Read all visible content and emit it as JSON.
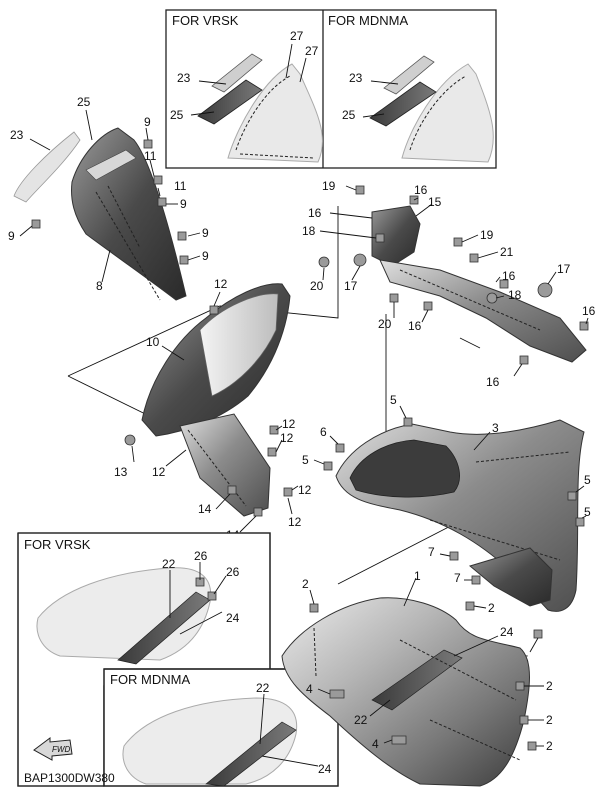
{
  "diagram": {
    "code": "BAP1300DW380",
    "fwd_label": "FWD",
    "insets": {
      "top_left": "FOR VRSK",
      "top_right": "FOR MDNMA",
      "bottom_top": "FOR VRSK",
      "bottom_bottom": "FOR MDNMA"
    },
    "callouts": [
      {
        "label": "27"
      },
      {
        "label": "27"
      },
      {
        "label": "23"
      },
      {
        "label": "25"
      },
      {
        "label": "23"
      },
      {
        "label": "25"
      },
      {
        "label": "25"
      },
      {
        "label": "23"
      },
      {
        "label": "9"
      },
      {
        "label": "11"
      },
      {
        "label": "11"
      },
      {
        "label": "9"
      },
      {
        "label": "9"
      },
      {
        "label": "9"
      },
      {
        "label": "9"
      },
      {
        "label": "8"
      },
      {
        "label": "19"
      },
      {
        "label": "16"
      },
      {
        "label": "16"
      },
      {
        "label": "15"
      },
      {
        "label": "18"
      },
      {
        "label": "19"
      },
      {
        "label": "21"
      },
      {
        "label": "17"
      },
      {
        "label": "20"
      },
      {
        "label": "17"
      },
      {
        "label": "16"
      },
      {
        "label": "18"
      },
      {
        "label": "20"
      },
      {
        "label": "16"
      },
      {
        "label": "16"
      },
      {
        "label": "16"
      },
      {
        "label": "12"
      },
      {
        "label": "10"
      },
      {
        "label": "12"
      },
      {
        "label": "13"
      },
      {
        "label": "12"
      },
      {
        "label": "14"
      },
      {
        "label": "12"
      },
      {
        "label": "14"
      },
      {
        "label": "12"
      },
      {
        "label": "5"
      },
      {
        "label": "6"
      },
      {
        "label": "3"
      },
      {
        "label": "5"
      },
      {
        "label": "5"
      },
      {
        "label": "5"
      },
      {
        "label": "7"
      },
      {
        "label": "7"
      },
      {
        "label": "5"
      },
      {
        "label": "22"
      },
      {
        "label": "26"
      },
      {
        "label": "26"
      },
      {
        "label": "24"
      },
      {
        "label": "22"
      },
      {
        "label": "24"
      },
      {
        "label": "2"
      },
      {
        "label": "1"
      },
      {
        "label": "2"
      },
      {
        "label": "24"
      },
      {
        "label": "4"
      },
      {
        "label": "2"
      },
      {
        "label": "22"
      },
      {
        "label": "2"
      },
      {
        "label": "4"
      },
      {
        "label": "2"
      }
    ]
  }
}
